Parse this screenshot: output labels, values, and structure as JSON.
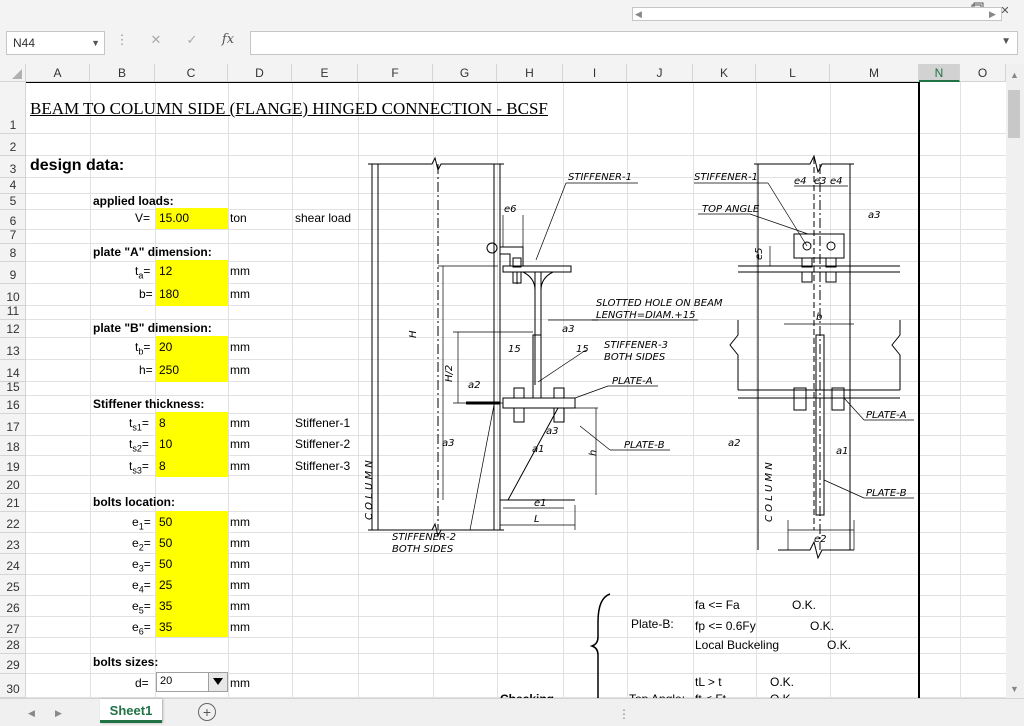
{
  "window": {
    "more_label": "···",
    "restore_icon": "restore-icon",
    "close_label": "✕"
  },
  "formula_bar": {
    "name_box": "N44",
    "cancel_glyph": "✕",
    "confirm_glyph": "✓",
    "fx_glyph": "fx",
    "formula": ""
  },
  "columns": [
    "A",
    "B",
    "C",
    "D",
    "E",
    "F",
    "G",
    "H",
    "I",
    "J",
    "K",
    "L",
    "M",
    "N",
    "O"
  ],
  "selected_column": "N",
  "rows": [
    "1",
    "2",
    "3",
    "4",
    "5",
    "6",
    "7",
    "8",
    "9",
    "10",
    "11",
    "12",
    "13",
    "14",
    "15",
    "16",
    "17",
    "18",
    "19",
    "20",
    "21",
    "22",
    "23",
    "24",
    "25",
    "26",
    "27",
    "28",
    "29",
    "30"
  ],
  "sheet": {
    "title": "BEAM  TO  COLUMN SIDE  (FLANGE)  HINGED  CONNECTION - BCSF",
    "design_data": "design data:",
    "applied_loads": "applied loads:",
    "v_label": "V=",
    "v_value": "15.00",
    "v_unit": "ton",
    "v_note": "shear load",
    "plate_a": "plate \"A\" dimension:",
    "ta_label": "ta=",
    "ta_value": "12",
    "b_label": "b=",
    "b_value": "180",
    "plate_b": "plate \"B\" dimension:",
    "tb_label": "tb=",
    "tb_value": "20",
    "h_label": "h=",
    "h_value": "250",
    "stiffener_thickness": "Stiffener thickness:",
    "ts1_label": "ts1=",
    "ts1_value": "8",
    "ts1_note": "Stiffener-1",
    "ts2_label": "ts2=",
    "ts2_value": "10",
    "ts2_note": "Stiffener-2",
    "ts3_label": "ts3=",
    "ts3_value": "8",
    "ts3_note": "Stiffener-3",
    "bolts_location": "bolts location:",
    "e1_label": "e1=",
    "e1_value": "50",
    "e2_label": "e2=",
    "e2_value": "50",
    "e3_label": "e3=",
    "e3_value": "50",
    "e4_label": "e4=",
    "e4_value": "25",
    "e5_label": "e5=",
    "e5_value": "35",
    "e6_label": "e6=",
    "e6_value": "35",
    "bolts_sizes": "bolts sizes:",
    "d_label": "d=",
    "d_value": "20",
    "unit_mm": "mm",
    "checking": "Checking",
    "plate_b_check": "Plate-B:",
    "fa_check": "fa <=  Fa",
    "fa_result": "O.K.",
    "fp_check": "fp <=  0.6Fy",
    "fp_result": "O.K.",
    "local_buckling": "Local Buckeling",
    "local_buckling_result": "O.K.",
    "top_angle_check": "Top Angle:",
    "tl_check": "tL >  t",
    "tl_result": "O.K.",
    "ft_check": "ft <  Ft",
    "ft_result": "O.K."
  },
  "drawing": {
    "stiffener1": "STIFFENER-1",
    "stiffener1_b": "STIFFENER-1",
    "top_angle": "TOP ANGLE",
    "slotted": "SLOTTED HOLE ON BEAM",
    "length": "LENGTH=DIAM.+15",
    "stiffener3": "STIFFENER-3",
    "both_sides": "BOTH SIDES",
    "plate_a": "PLATE-A",
    "plate_a_b": "PLATE-A",
    "plate_b": "PLATE-B",
    "plate_b_b": "PLATE-B",
    "stiffener2": "STIFFENER-2",
    "both_sides2": "BOTH SIDES",
    "column": "C O L U M N",
    "column_b": "C O L U M N",
    "h_dim": "H",
    "h2_dim": "H/2",
    "small_h": "h",
    "b_dim": "b",
    "l_dim": "L",
    "e1_dim": "e1",
    "e2_dim": "e2",
    "e3_dim": "e3",
    "e4_dim": "e4",
    "e4_dim_b": "e4",
    "e5_dim": "e5",
    "e6_dim": "e6",
    "a1": "a1",
    "a1_b": "a1",
    "a2": "a2",
    "a2_b": "a2",
    "a3": "a3",
    "a3_b": "a3",
    "a3_c": "a3",
    "a3_d": "a3",
    "d15": "15",
    "d15_b": "15"
  },
  "tabs": {
    "sheet1": "Sheet1",
    "add": "+"
  }
}
